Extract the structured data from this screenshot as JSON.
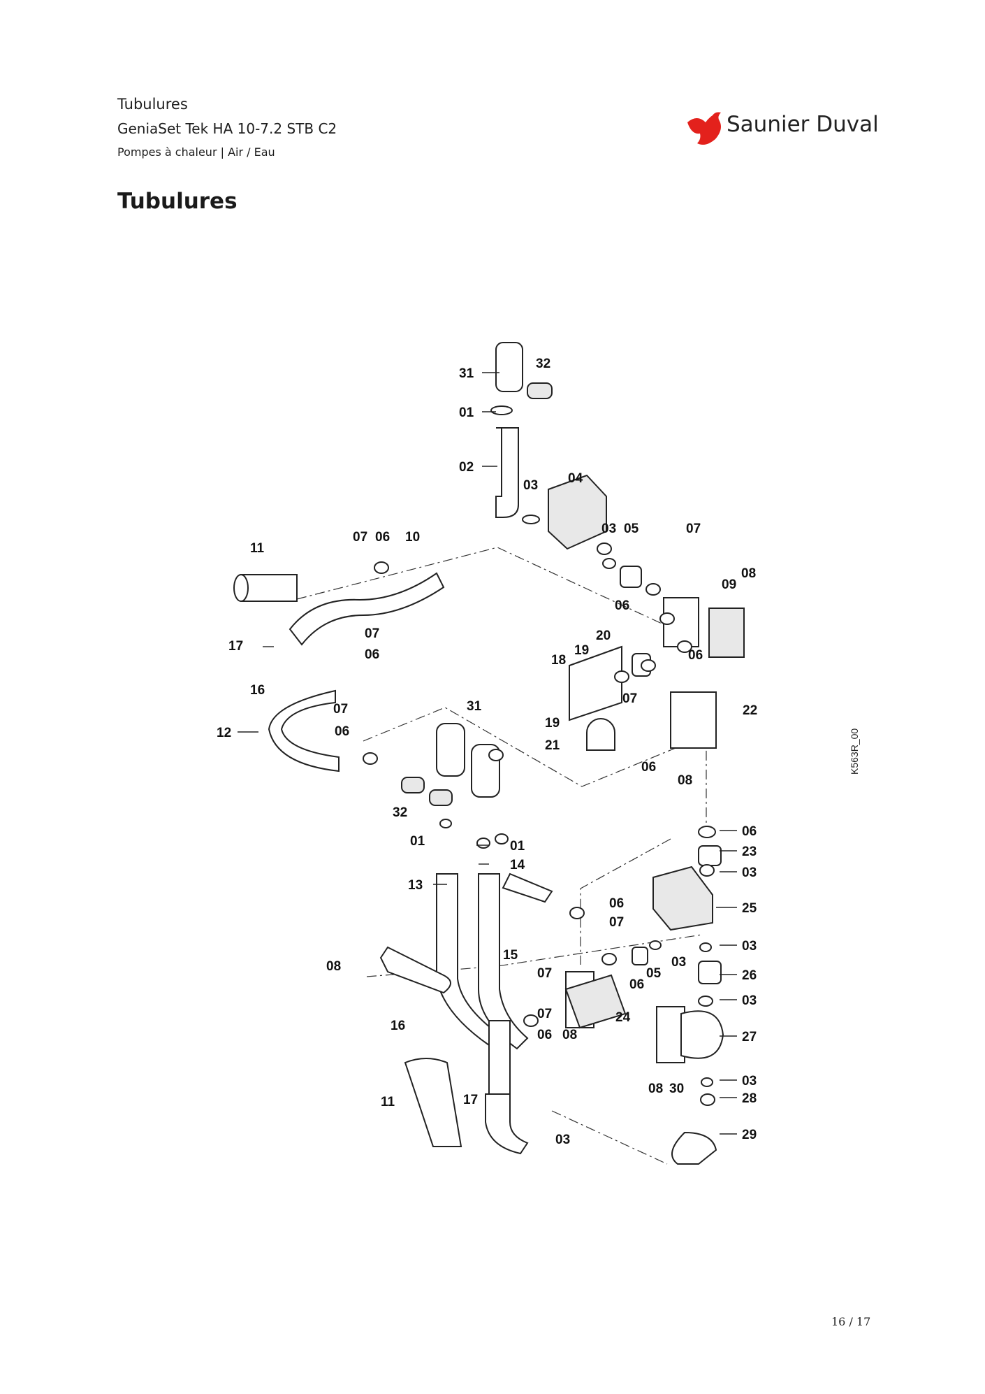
{
  "header": {
    "title": "Tubulures",
    "product": "GeniaSet Tek HA 10-7.2 STB C2",
    "category": "Pompes à chaleur | Air / Eau"
  },
  "brand": {
    "name": "Saunier Duval",
    "color": "#e3211c",
    "icon": "bird-logo-icon"
  },
  "section_title": "Tubulures",
  "diagram": {
    "reference": "K563R_00",
    "labels": [
      "31",
      "32",
      "01",
      "02",
      "03",
      "04",
      "03",
      "05",
      "07",
      "08",
      "09",
      "06",
      "06",
      "20",
      "19",
      "18",
      "07",
      "22",
      "19",
      "21",
      "06",
      "08",
      "11",
      "07",
      "06",
      "10",
      "17",
      "07",
      "06",
      "16",
      "07",
      "12",
      "06",
      "31",
      "32",
      "01",
      "01",
      "14",
      "13",
      "06",
      "23",
      "03",
      "25",
      "06",
      "07",
      "03",
      "03",
      "05",
      "26",
      "07",
      "15",
      "06",
      "03",
      "08",
      "07",
      "06",
      "08",
      "24",
      "27",
      "16",
      "03",
      "08",
      "30",
      "28",
      "11",
      "17",
      "03",
      "29"
    ]
  },
  "page_number": "16 / 17"
}
